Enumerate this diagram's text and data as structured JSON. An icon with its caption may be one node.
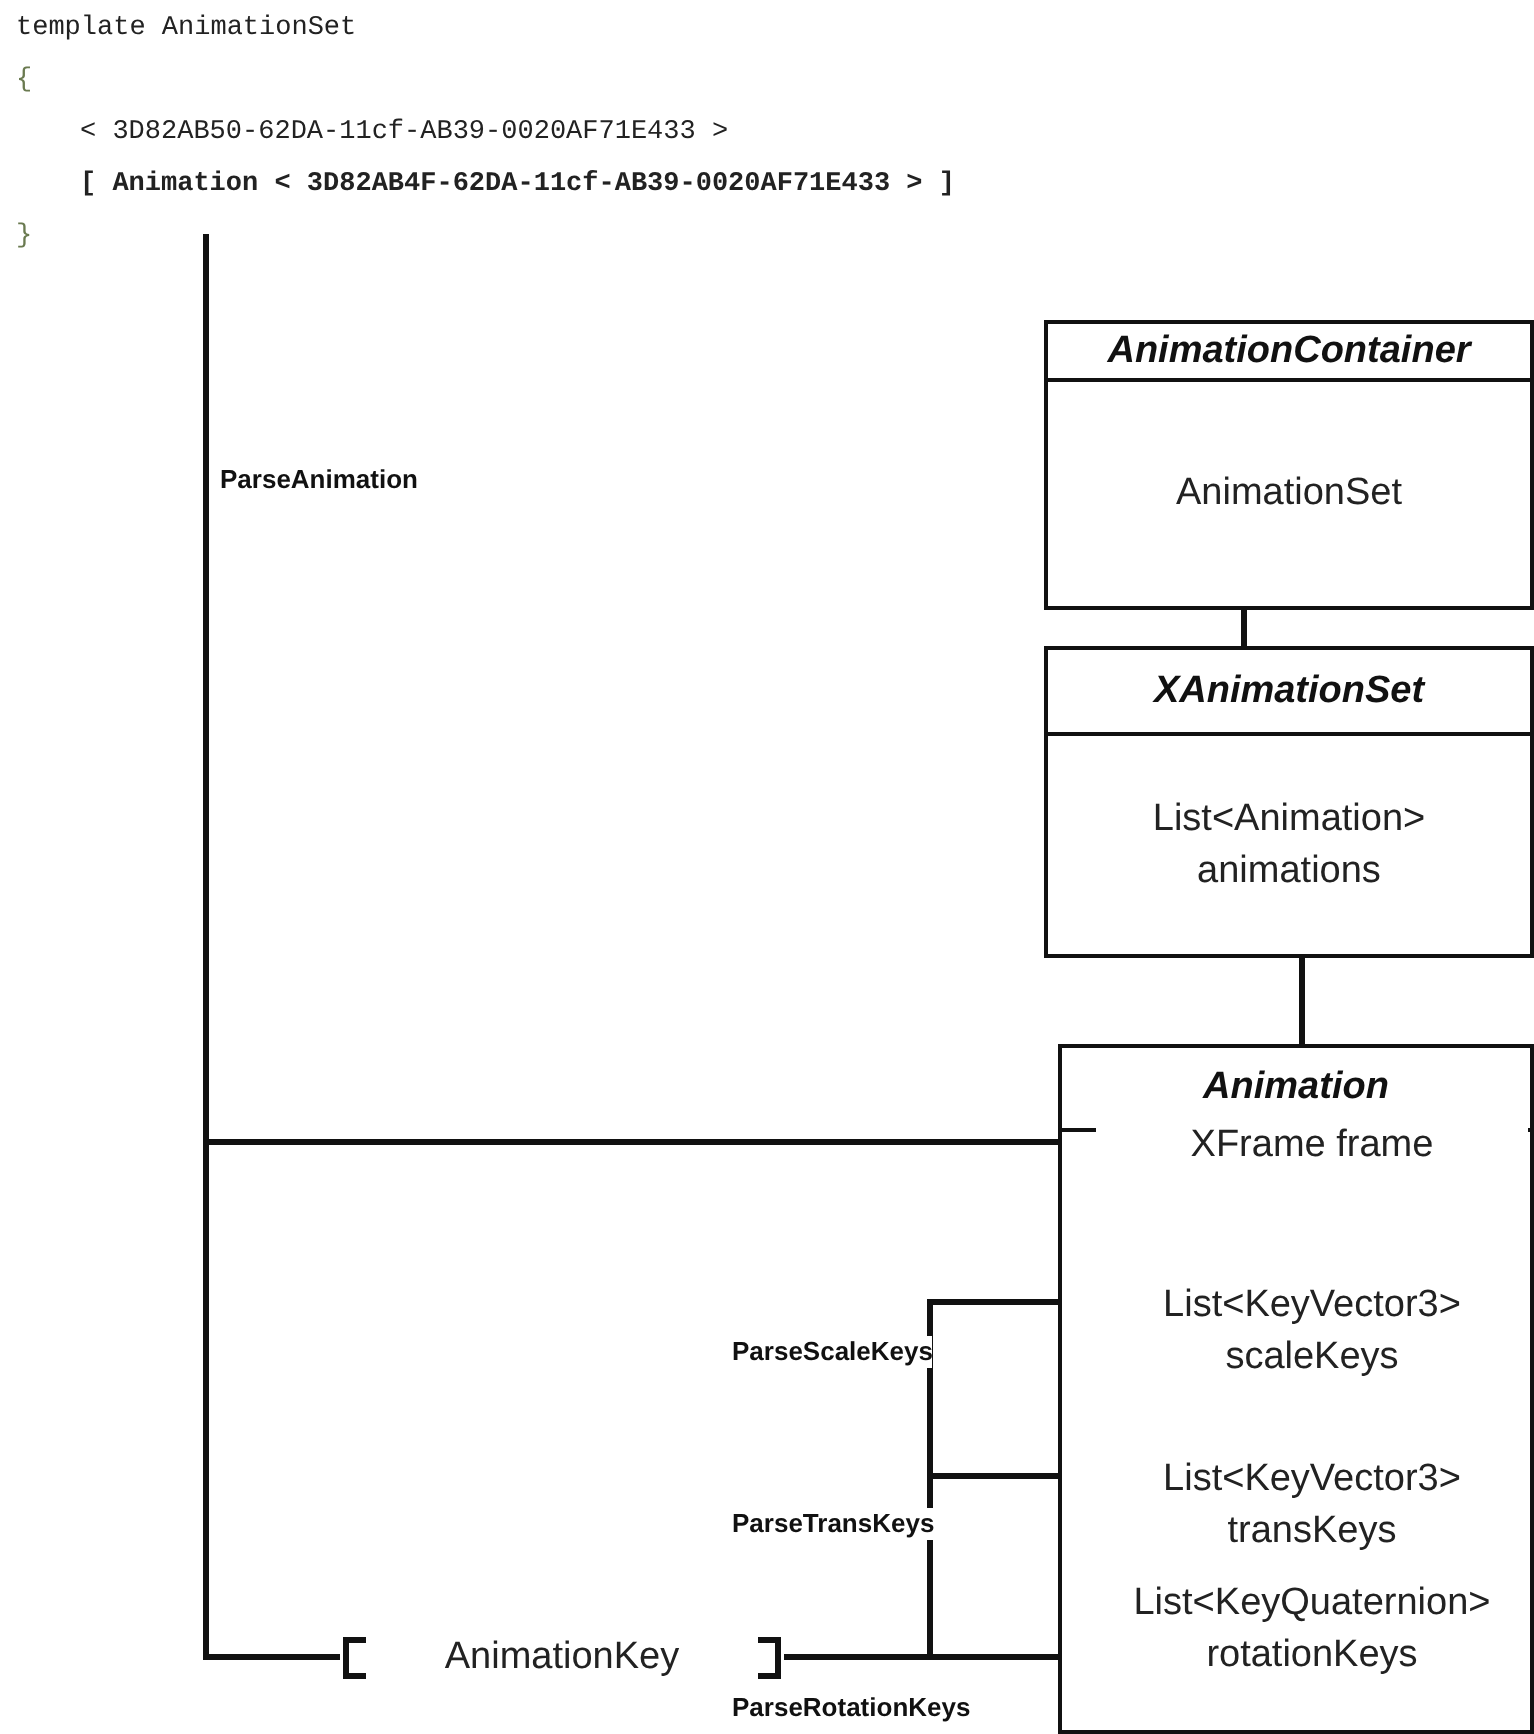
{
  "diagram": {
    "nodes": [
      {
        "text": [
          "template AnimationSet",
          "{",
          "< 3D82AB50-62DA-11cf-AB39-0020AF71E433 >",
          "[ Animation < 3D82AB4F-62DA-11cf-AB39-0020AF71E433 > ]",
          "}"
        ]
      },
      {
        "text": [
          "AnimationContainer",
          "AnimationSet"
        ]
      },
      {
        "text": [
          "XAnimationSet",
          "List<Animation> animations"
        ]
      },
      {
        "text": [
          "Animation"
        ]
      },
      {
        "text": [
          "XFrame frame"
        ],
        "in": 3
      },
      {
        "text": [
          "List<KeyVector3> scaleKeys"
        ],
        "in": 3
      },
      {
        "text": [
          "List<KeyVector3> transKeys"
        ],
        "in": 3
      },
      {
        "text": [
          "List<KeyQuaternion> rotationKeys"
        ],
        "in": 3
      },
      {
        "text": [
          "AnimationKey"
        ]
      }
    ],
    "edges": [
      {
        "from": 1,
        "to": 2,
        "arrow": "none"
      },
      {
        "from": 2,
        "to": 3,
        "arrow": "none"
      },
      {
        "from": 0,
        "to": 4,
        "arrow": "none",
        "label": "ParseAnimation"
      },
      {
        "from": 0,
        "to": 8,
        "arrow": "none"
      },
      {
        "from": 8,
        "to": 5,
        "arrow": "none",
        "label": "ParseScaleKeys"
      },
      {
        "from": 8,
        "to": 6,
        "arrow": "none",
        "label": "ParseTransKeys"
      },
      {
        "from": 8,
        "to": 7,
        "arrow": "none",
        "label": "ParseRotationKeys"
      }
    ]
  }
}
